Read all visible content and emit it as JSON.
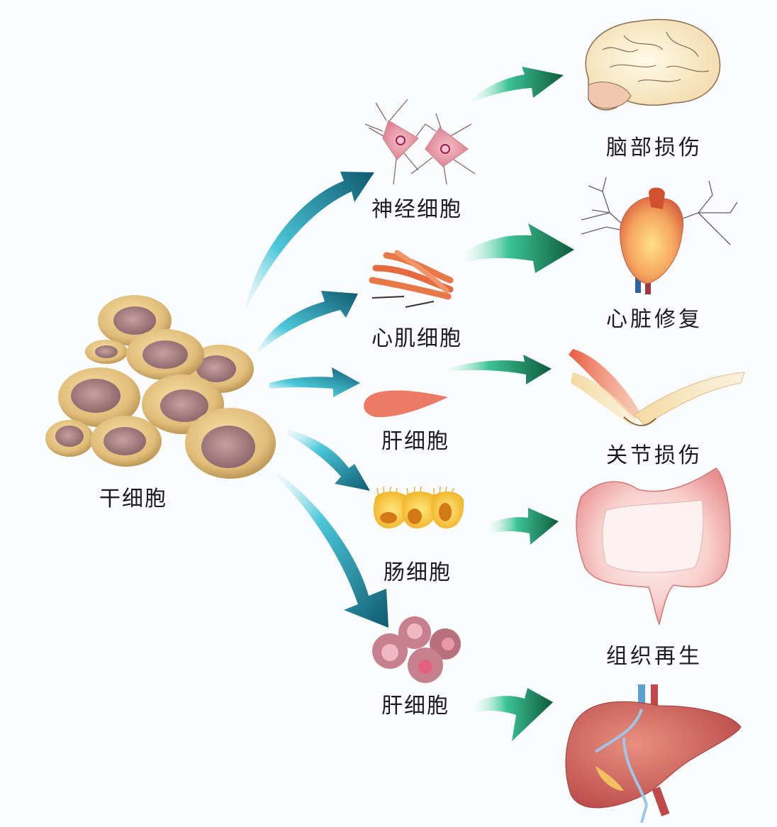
{
  "title": "干细胞分化与组织修复示意图",
  "stem_cell": {
    "label": "干细胞",
    "icon": "stem-cell-cluster"
  },
  "cells": [
    {
      "label": "神经细胞",
      "icon": "neuron-cells"
    },
    {
      "label": "心肌细胞",
      "icon": "cardiomyocyte-fibers"
    },
    {
      "label": "肝细胞",
      "icon": "spindle-cell"
    },
    {
      "label": "肠细胞",
      "icon": "intestinal-epithelial-cells"
    },
    {
      "label": "肝细胞",
      "icon": "hepatocyte-cluster"
    }
  ],
  "outcomes": [
    {
      "label": "脑部损伤",
      "icon": "brain"
    },
    {
      "label": "心脏修复",
      "icon": "heart"
    },
    {
      "label": "关节损伤",
      "icon": "joint"
    },
    {
      "label": "组织再生",
      "icon": "colon"
    },
    {
      "label": "",
      "icon": "liver"
    }
  ],
  "colors": {
    "stem_arrow_dark": "#0f5a70",
    "stem_arrow_light": "#5fd6e6",
    "outcome_arrow_dark": "#0e5a3c",
    "outcome_arrow_light": "#7de0bf",
    "text": "#1e1a22"
  }
}
